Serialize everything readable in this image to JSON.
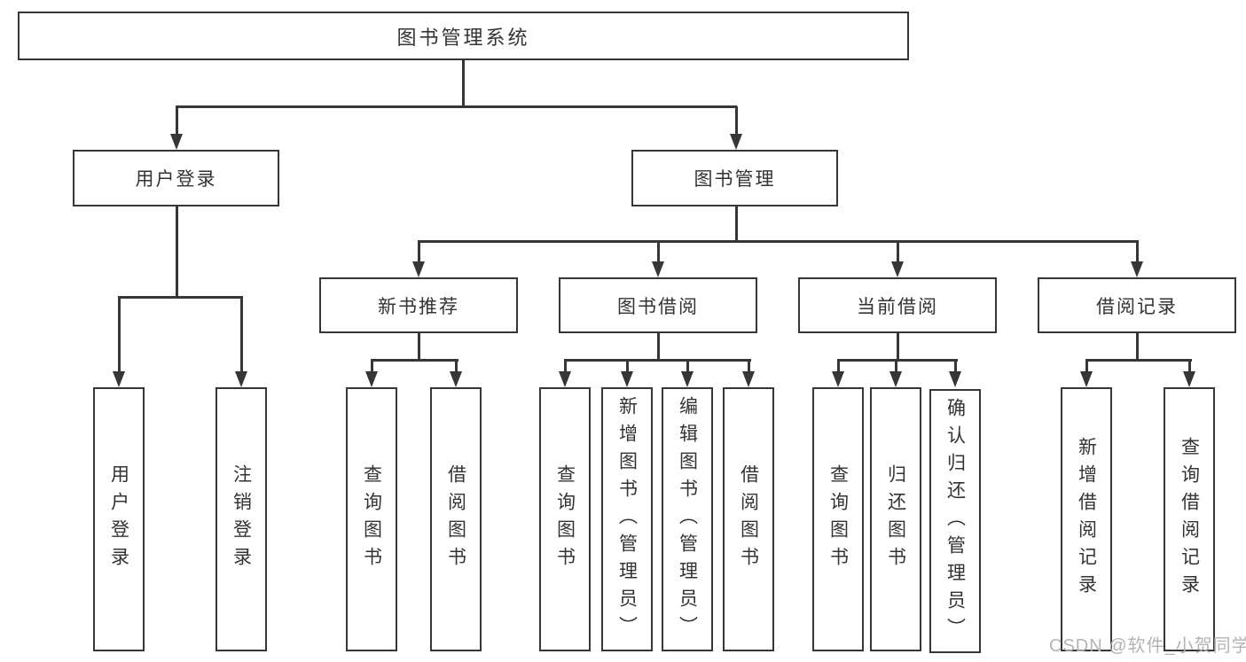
{
  "diagram": {
    "watermark": "CSDN @软件_小贺同学",
    "colors": {
      "line": "#363636",
      "text": "#333333",
      "watermark": "#b5b2b2",
      "background": "#ffffff"
    },
    "tree": {
      "label": "图书管理系统",
      "children": [
        {
          "label": "用户登录",
          "children": [
            {
              "label": "用户登录"
            },
            {
              "label": "注销登录"
            }
          ]
        },
        {
          "label": "图书管理",
          "children": [
            {
              "label": "新书推荐",
              "children": [
                {
                  "label": "查询图书"
                },
                {
                  "label": "借阅图书"
                }
              ]
            },
            {
              "label": "图书借阅",
              "children": [
                {
                  "label": "查询图书"
                },
                {
                  "label": "新增图书（管理员）"
                },
                {
                  "label": "编辑图书（管理员）"
                },
                {
                  "label": "借阅图书"
                }
              ]
            },
            {
              "label": "当前借阅",
              "children": [
                {
                  "label": "查询图书"
                },
                {
                  "label": "归还图书"
                },
                {
                  "label": "确认归还（管理员）"
                }
              ]
            },
            {
              "label": "借阅记录",
              "children": [
                {
                  "label": "新增借阅记录"
                },
                {
                  "label": "查询借阅记录"
                }
              ]
            }
          ]
        }
      ]
    }
  }
}
